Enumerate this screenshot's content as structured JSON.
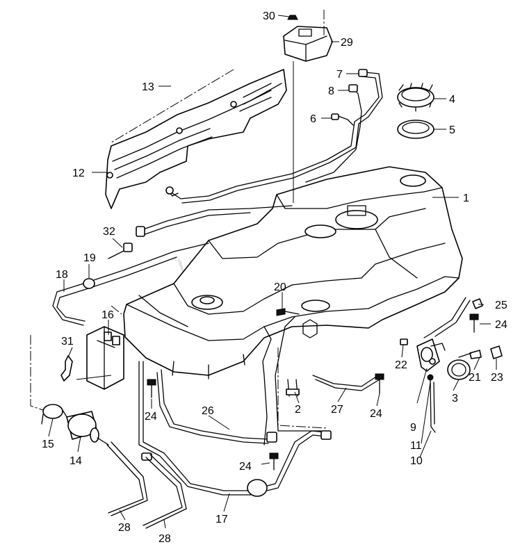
{
  "watermark": "vagtec.ru",
  "labels": {
    "l1": "1",
    "l2": "2",
    "l3": "3",
    "l4": "4",
    "l5": "5",
    "l6": "6",
    "l7": "7",
    "l8": "8",
    "l9": "9",
    "l10": "10",
    "l11": "11",
    "l12": "12",
    "l13": "13",
    "l14": "14",
    "l15": "15",
    "l16": "16",
    "l17": "17",
    "l18": "18",
    "l19": "19",
    "l20": "20",
    "l21": "21",
    "l22": "22",
    "l23": "23",
    "l24a": "24",
    "l24b": "24",
    "l24c": "24",
    "l24d": "24",
    "l25": "25",
    "l26": "26",
    "l27": "27",
    "l28a": "28",
    "l28b": "28",
    "l29": "29",
    "l30": "30",
    "l31": "31",
    "l32": "32"
  }
}
